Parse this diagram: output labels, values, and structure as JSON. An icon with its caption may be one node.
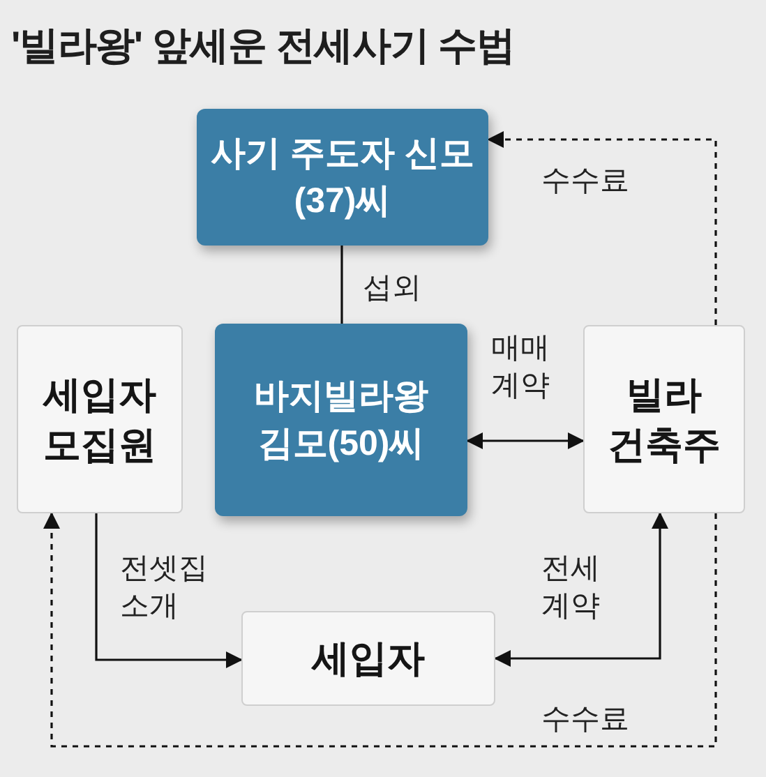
{
  "diagram": {
    "title": "'빌라왕' 앞세운 전세사기 수법",
    "nodes": [
      {
        "text": [
          "사기 주도자 신모(37)씨"
        ]
      },
      {
        "text": [
          "세입자 모집원"
        ]
      },
      {
        "text": [
          "바지빌라왕 김모(50)씨"
        ]
      },
      {
        "text": [
          "빌라 건축주"
        ]
      },
      {
        "text": [
          "세입자"
        ]
      }
    ],
    "edges": [
      {
        "from": 0,
        "to": 2,
        "arrow": "none",
        "label": "섭외"
      },
      {
        "from": 2,
        "to": 3,
        "arrow": "both",
        "label": "매매 계약"
      },
      {
        "from": 3,
        "to": 0,
        "arrow": "to",
        "label": "수수료",
        "style": "dashed"
      },
      {
        "from": 1,
        "to": 4,
        "arrow": "to",
        "label": "전셋집 소개"
      },
      {
        "from": 4,
        "to": 3,
        "arrow": "both",
        "label": "전세 계약"
      },
      {
        "from": 3,
        "to": 1,
        "arrow": "to",
        "label": "수수료",
        "style": "dashed"
      }
    ]
  }
}
